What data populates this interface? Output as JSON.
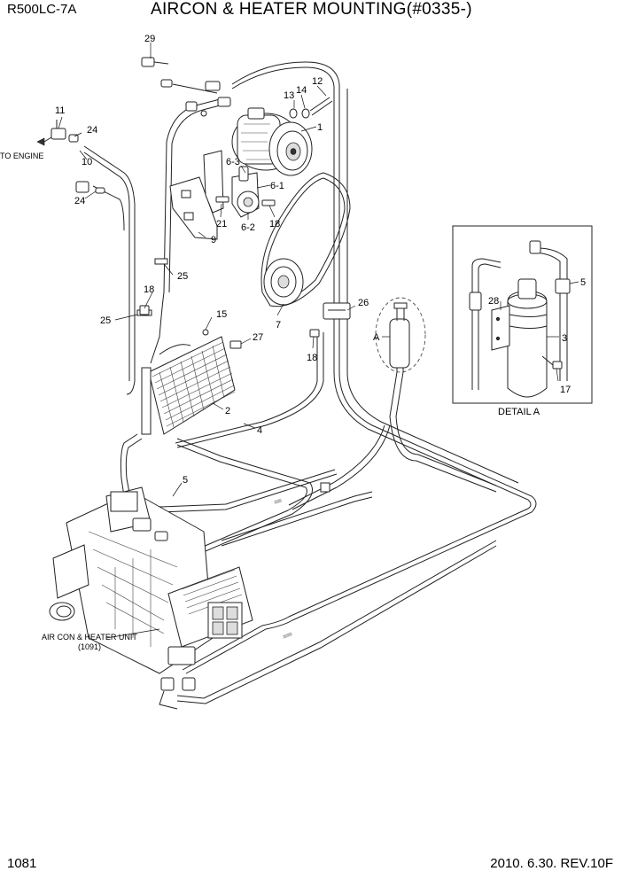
{
  "header": {
    "model": "R500LC-7A",
    "title": "AIRCON & HEATER MOUNTING(#0335-)"
  },
  "footer": {
    "page": "1081",
    "date_rev": "2010. 6.30.  REV.10F"
  },
  "callouts": {
    "p1": "1",
    "p2": "2",
    "p3": "3",
    "p4": "4",
    "p5a": "5",
    "p5b": "5",
    "p6_1": "6-1",
    "p6_2": "6-2",
    "p6_3": "6-3",
    "p7": "7",
    "p9": "9",
    "p10": "10",
    "p11": "11",
    "p12": "12",
    "p13": "13",
    "p14": "14",
    "p15": "15",
    "p17": "17",
    "p18a": "18",
    "p18b": "18",
    "p18c": "18",
    "p21": "21",
    "p24a": "24",
    "p24b": "24",
    "p25a": "25",
    "p25b": "25",
    "p26": "26",
    "p27": "27",
    "p28": "28",
    "p29": "29",
    "pA": "A"
  },
  "labels": {
    "to_engine": "TO ENGINE",
    "detail_a": "DETAIL A",
    "unit_name": "AIR CON & HEATER UNIT",
    "unit_ref": "(1091)"
  }
}
